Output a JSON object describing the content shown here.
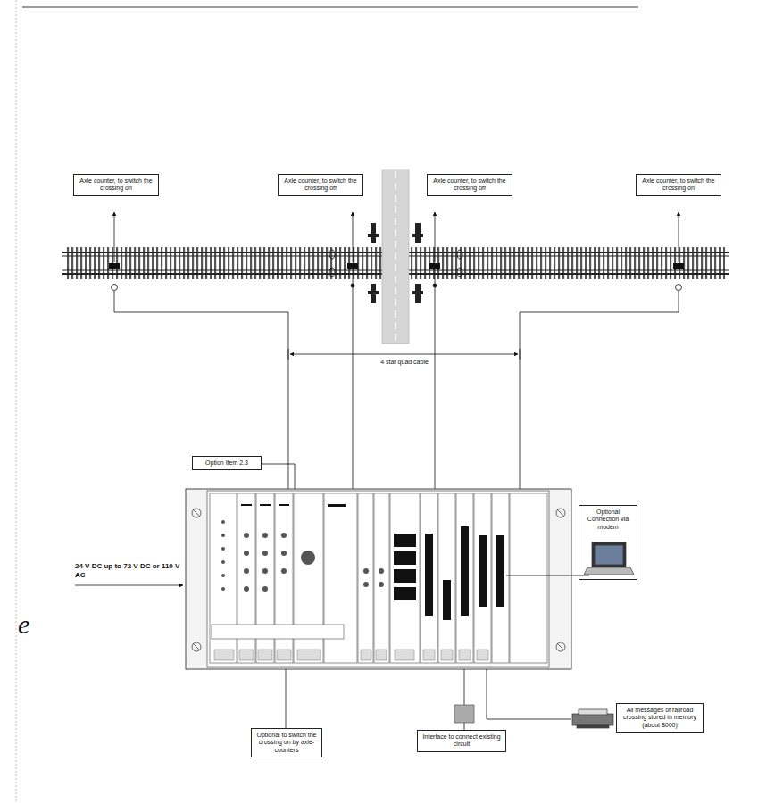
{
  "diagram": {
    "nodes": [
      {
        "text": [
          "Axle counter, to switch the crossing on"
        ]
      },
      {
        "text": [
          "Axle counter, to switch the crossing off"
        ]
      },
      {
        "text": [
          "Axle counter, to switch the crossing off"
        ]
      },
      {
        "text": [
          "Axle counter, to switch the crossing on"
        ]
      },
      {
        "text": [
          "Option Item 2.3"
        ]
      },
      {
        "text": [
          "Optional Connection via modem"
        ]
      },
      {
        "text": [
          "Optional to switch the crossing on by axle-counters"
        ]
      },
      {
        "text": [
          "Interface to connect existing circuit"
        ]
      },
      {
        "text": [
          "All messages of railroad crossing stored in memory (about 8000)"
        ]
      }
    ],
    "labels": [
      "4 star quad cable",
      "24 V DC up to 72 V DC or 110 V AC",
      "e"
    ]
  }
}
